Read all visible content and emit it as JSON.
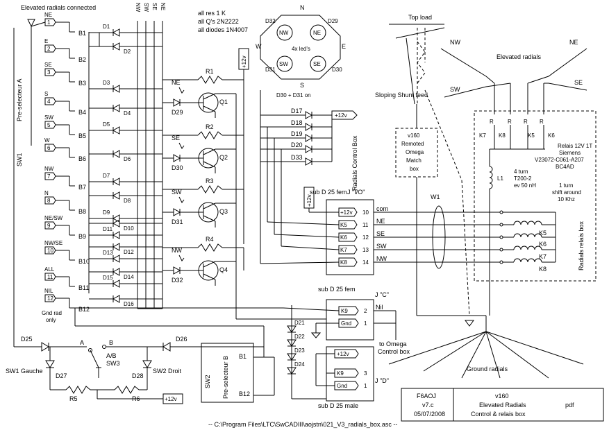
{
  "header": {
    "elevated_title": "Elevated radials connected",
    "bus_labels": [
      "NW",
      "SW",
      "SE",
      "NE"
    ],
    "notes": [
      "all res 1 K",
      "all Q's 2N2222",
      "all diodes 1N4007"
    ],
    "top_load": "Top load"
  },
  "compass": {
    "n": "N",
    "s": "S",
    "e": "E",
    "w": "W",
    "nw": "NW",
    "ne": "NE",
    "sw": "SW",
    "se": "SE",
    "d_nw": "D32",
    "d_ne": "D29",
    "d_sw": "D31",
    "d_se": "D30",
    "caption": "4x led's",
    "note": "D30 + D31 on"
  },
  "selector": {
    "label": "Pre-selecteur A",
    "sw1": "SW1",
    "terminals": [
      "1",
      "2",
      "3",
      "4",
      "5",
      "6",
      "7",
      "8",
      "9",
      "10",
      "11",
      "12"
    ],
    "terminal_labels": [
      "NE",
      "E",
      "SE",
      "S",
      "SW",
      "W",
      "NW",
      "N",
      "NE/SW",
      "NW/SE",
      "ALL",
      "NIL"
    ],
    "bus_labels": [
      "B1",
      "B2",
      "B3",
      "B4",
      "B5",
      "B6",
      "B7",
      "B8",
      "B9",
      "B10",
      "B11",
      "B12"
    ],
    "gnd_note": "Gnd rad only"
  },
  "diodes": [
    "D1",
    "D2",
    "D3",
    "D4",
    "D5",
    "D6",
    "D7",
    "D8",
    "D9",
    "D10",
    "D11",
    "D12",
    "D13",
    "D14",
    "D15",
    "D16"
  ],
  "drivers": {
    "plus12": "+12v",
    "resistors": [
      "R1",
      "R2",
      "R3",
      "R4"
    ],
    "transistors": [
      "Q1",
      "Q2",
      "Q3",
      "Q4"
    ],
    "leds": [
      "D29",
      "D30",
      "D31",
      "D32"
    ],
    "led_labels": [
      "NE",
      "SE",
      "SW",
      "NW"
    ]
  },
  "control_box": {
    "title": "Radials Control Box",
    "plus12": "+12v",
    "diodes": [
      "D17",
      "D18",
      "D19",
      "D20",
      "D33"
    ],
    "bottom_diodes": [
      "D21",
      "D22",
      "D23",
      "D24"
    ]
  },
  "conn_io": {
    "title": "sub D 25 fem",
    "jlabel": "J \"I/O\"",
    "plus12": "+12v",
    "pins": [
      {
        "tag": "+12v",
        "num": "10",
        "name": "com"
      },
      {
        "tag": "K5",
        "num": "11",
        "name": "NE"
      },
      {
        "tag": "K6",
        "num": "12",
        "name": "SE"
      },
      {
        "tag": "K7",
        "num": "13",
        "name": "SW"
      },
      {
        "tag": "K8",
        "num": "14",
        "name": "NW"
      }
    ]
  },
  "conn_c": {
    "title": "sub D 25 fem",
    "jlabel": "J \"C\"",
    "pins": [
      {
        "tag": "K9",
        "num": "2",
        "name": "Nil"
      },
      {
        "tag": "Gnd",
        "num": "1",
        "name": ""
      }
    ],
    "omega": "to Omega Control box"
  },
  "conn_d": {
    "title": "sub D 25 male",
    "jlabel": "J \"D\"",
    "pins": [
      {
        "tag": "+12v",
        "num": ""
      },
      {
        "tag": "K9",
        "num": "3"
      },
      {
        "tag": "Gnd",
        "num": "1"
      }
    ]
  },
  "bottom_left": {
    "d25": "D25",
    "d26": "D26",
    "d27": "D27",
    "d28": "D28",
    "a": "A",
    "b": "B",
    "ab": "A/B",
    "sw3": "SW3",
    "sw1_gauche": "SW1 Gauche",
    "sw2_droit": "SW2 Droit",
    "r5": "R5",
    "r6": "R6",
    "plus12": "+12v",
    "sw2": "SW2",
    "preselB": "Pre-selecteur B",
    "b1": "B1",
    "b12": "B12"
  },
  "antenna": {
    "sloping": "Sloping Shunt feed",
    "match": [
      "v160",
      "Remoted",
      "Omega",
      "Match",
      "box"
    ],
    "w1": "W1",
    "elevated": "Elevated radials",
    "nw": "NW",
    "ne": "NE",
    "sw": "SW",
    "se": "SE",
    "ground_radials": "Ground radials"
  },
  "relais_box": {
    "title": "Radials relais box",
    "k_top": [
      "K7",
      "K8",
      "K5",
      "K6"
    ],
    "r": "R",
    "relay_info": [
      "Relais 12V 1T",
      "Siemens",
      "V23072-C061-A207",
      "BC4AD"
    ],
    "l1": "L1",
    "coil": [
      "4 turn",
      "T200-2",
      "ev 50 nH"
    ],
    "shift": [
      "1 turn",
      "shift around",
      "10 Khz"
    ],
    "coils": [
      "K5",
      "K6",
      "K7",
      "K8"
    ]
  },
  "title_block": {
    "author": "F6AOJ",
    "version": "v7.c",
    "date": "05/07/2008",
    "project": "v160",
    "desc1": "Elevated Radials",
    "desc2": "Control & relais box",
    "format": "pdf"
  },
  "footer": "--  C:\\Program Files\\LTC\\SwCADIII\\aojstn\\021_V3_radials_box.asc  --"
}
